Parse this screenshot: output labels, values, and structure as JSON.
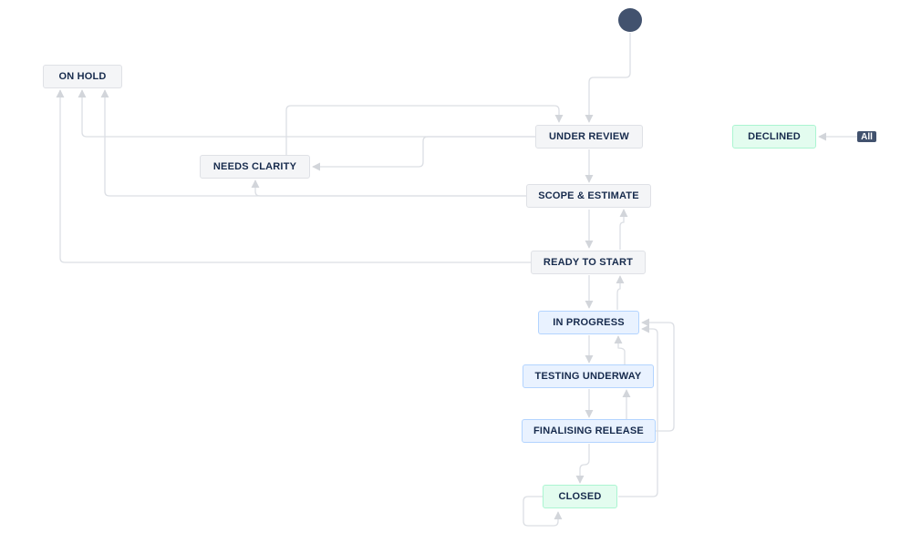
{
  "diagram": {
    "statuses": {
      "on_hold": "ON HOLD",
      "under_review": "UNDER REVIEW",
      "declined": "DECLINED",
      "needs_clarity": "NEEDS CLARITY",
      "scope_estimate": "SCOPE & ESTIMATE",
      "ready_to_start": "READY TO START",
      "in_progress": "IN PROGRESS",
      "testing_underway": "TESTING UNDERWAY",
      "finalising_release": "FINALISING RELEASE",
      "closed": "CLOSED"
    },
    "all_badge": "All",
    "colors": {
      "todo_bg": "#f4f5f7",
      "inprogress_bg": "#e9f2ff",
      "done_bg": "#e3fcef",
      "start_node": "#42526e",
      "connector": "#dcdfe4",
      "label_text": "#172b4d"
    }
  }
}
